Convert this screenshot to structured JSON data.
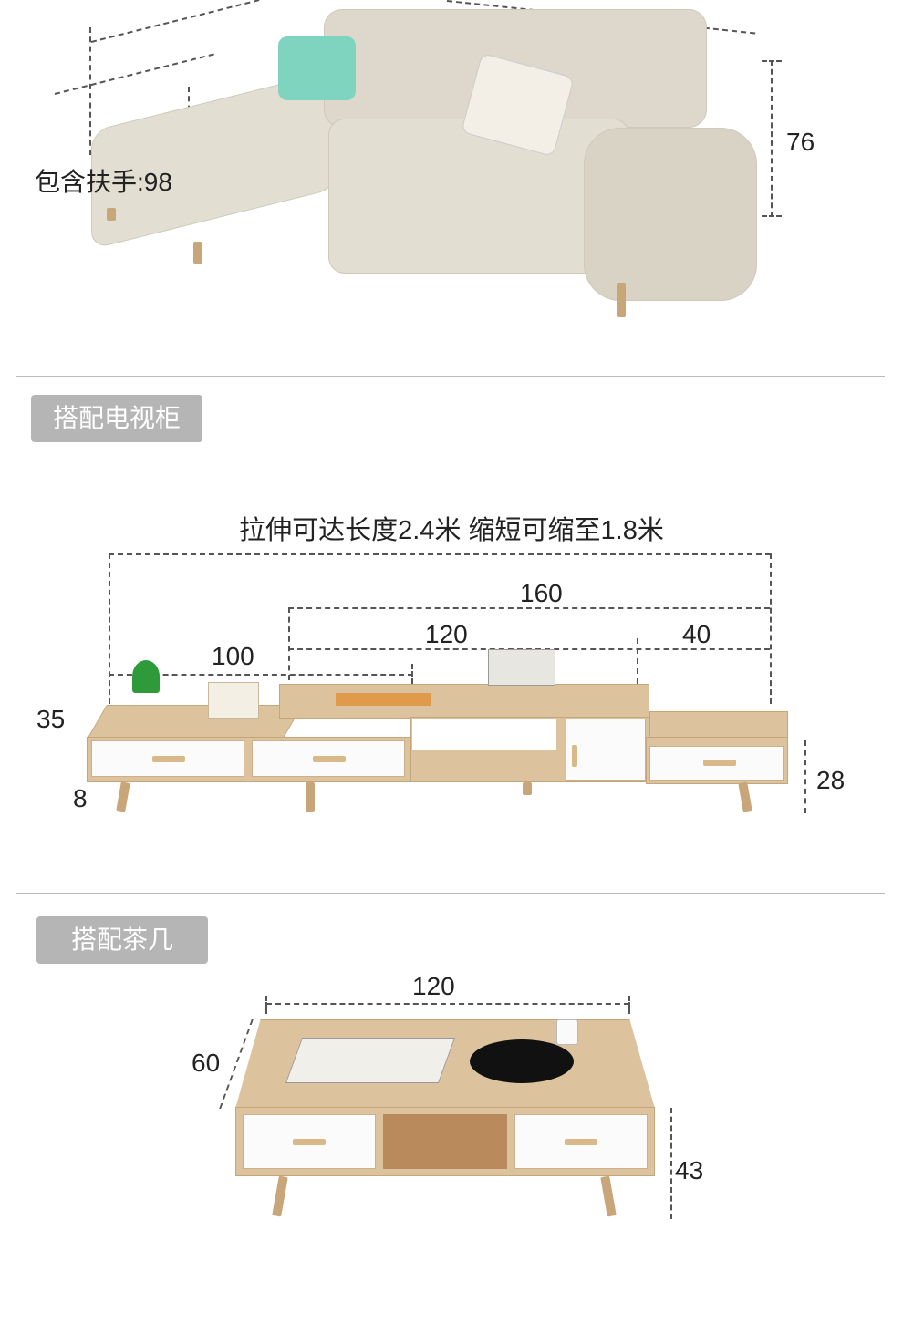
{
  "sofa": {
    "armrest_width_label": "包含扶手:98",
    "height_label": "76"
  },
  "tv_cabinet": {
    "badge": "搭配电视柜",
    "title": "拉伸可达长度2.4米 缩短可缩至1.8米",
    "dims": {
      "total": "160",
      "middle": "120",
      "right": "40",
      "left": "100",
      "depth": "35",
      "leg": "8",
      "height": "28"
    }
  },
  "coffee_table": {
    "badge": "搭配茶几",
    "dims": {
      "width": "120",
      "depth": "60",
      "height": "43"
    }
  }
}
